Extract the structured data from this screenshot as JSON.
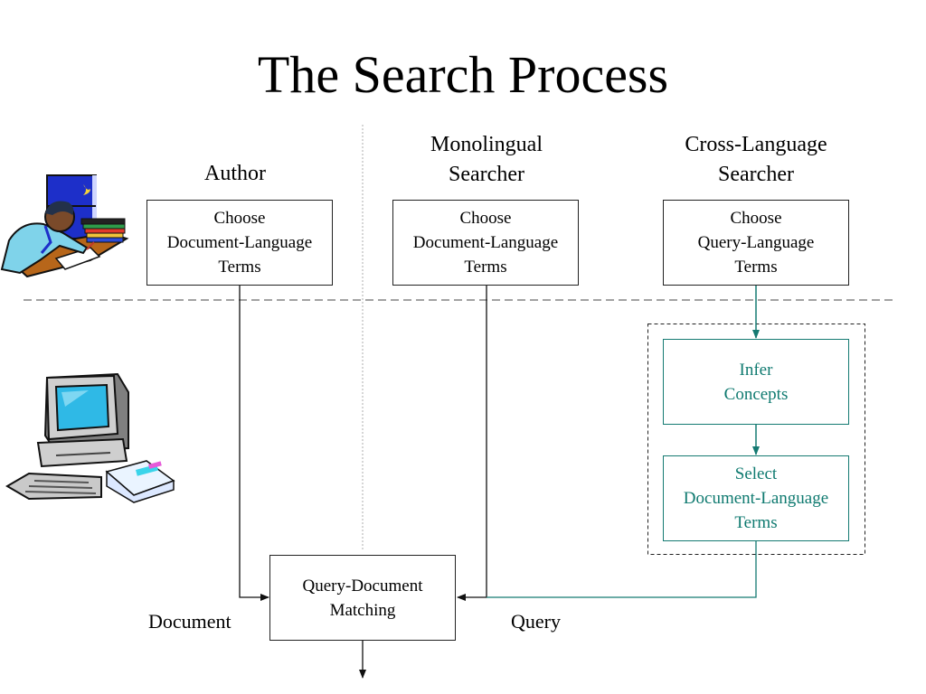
{
  "title": "The Search Process",
  "roles": {
    "author": [
      "Author"
    ],
    "monolingual": [
      "Monolingual",
      "Searcher"
    ],
    "cross_language": [
      "Cross-Language",
      "Searcher"
    ]
  },
  "boxes": {
    "author_choose": [
      "Choose",
      "Document-Language",
      "Terms"
    ],
    "mono_choose": [
      "Choose",
      "Document-Language",
      "Terms"
    ],
    "cross_choose": [
      "Choose",
      "Query-Language",
      "Terms"
    ],
    "infer": [
      "Infer",
      "Concepts"
    ],
    "select": [
      "Select",
      "Document-Language",
      "Terms"
    ],
    "matching": [
      "Query-Document",
      "Matching"
    ]
  },
  "labels": {
    "document": "Document",
    "query": "Query"
  },
  "colors": {
    "text": "#000000",
    "line": "#111111",
    "teal": "#157a72",
    "divider": "#555555",
    "vertical_divider": "#c8c8c8"
  },
  "icons": {
    "author_clipart": "person-writing-icon",
    "computer_clipart": "computer-icon"
  }
}
